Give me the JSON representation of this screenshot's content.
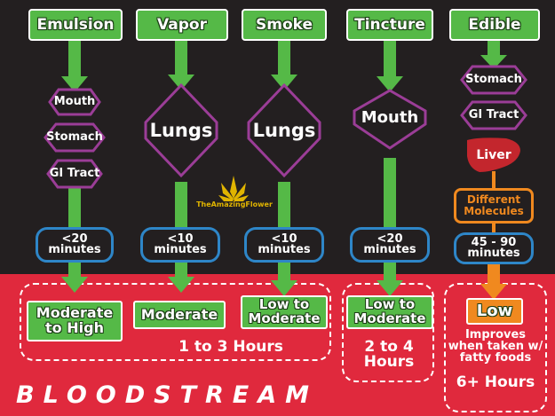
{
  "columns": [
    {
      "method": "Emulsion",
      "organs": [
        "Mouth",
        "Stomach",
        "GI Tract"
      ],
      "onset_line1": "<20",
      "onset_line2": "minutes",
      "effect": "Moderate to High"
    },
    {
      "method": "Vapor",
      "organs": [
        "Lungs"
      ],
      "onset_line1": "<10",
      "onset_line2": "minutes",
      "effect": "Moderate"
    },
    {
      "method": "Smoke",
      "organs": [
        "Lungs"
      ],
      "onset_line1": "<10",
      "onset_line2": "minutes",
      "effect": "Low to Moderate"
    },
    {
      "method": "Tincture",
      "organs": [
        "Mouth"
      ],
      "onset_line1": "<20",
      "onset_line2": "minutes",
      "effect": "Low to Moderate"
    },
    {
      "method": "Edible",
      "organs": [
        "Stomach",
        "GI Tract"
      ],
      "liver": "Liver",
      "metabolite": "Different Molecules",
      "onset_line1": "45 - 90",
      "onset_line2": "minutes",
      "effect": "Low"
    }
  ],
  "durations": {
    "group_1_3": "1 to 3 Hours",
    "tincture": "2 to 4 Hours",
    "edible": "6+ Hours"
  },
  "edible_note": "Improves when taken w/ fatty foods",
  "watermark": "TheAmazingFlower",
  "bloodstream_label": "BLOODSTREAM",
  "colors": {
    "green": "#55b947",
    "purple": "#9b3d97",
    "blue": "#2e86c8",
    "red": "#e0293d",
    "orange": "#f0891f",
    "liver": "#c3262d",
    "background": "#231f20"
  }
}
